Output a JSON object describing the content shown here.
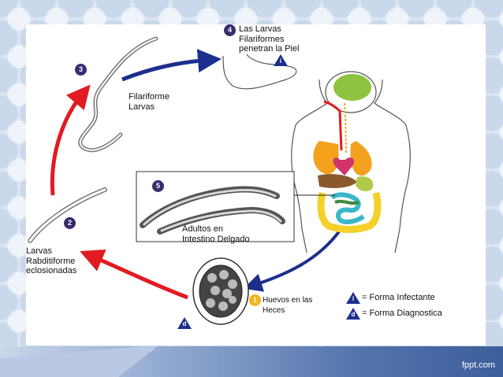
{
  "stages": {
    "s1": {
      "number": "1",
      "label": "Huevos en las\nHeces"
    },
    "s2": {
      "number": "2",
      "label": "Larvas\nRabditiforme\neclosionadas"
    },
    "s3": {
      "number": "3",
      "label": "Filariforme\nLarvas"
    },
    "s4": {
      "number": "4",
      "label": "Las Larvas\nFilariformes\npenetran la Piel"
    },
    "s5": {
      "number": "5",
      "label": "Adultos en\nIntestino Delgado"
    }
  },
  "markers": {
    "infective": "i",
    "diagnostic": "d"
  },
  "legend": {
    "infective": "= Forma Infectante",
    "diagnostic": "= Forma Diagnostica"
  },
  "colors": {
    "red_arrow": "#e11b22",
    "blue_arrow": "#1d2f8c",
    "badge_purple": "#3a2a6e",
    "badge_orange": "#f3b31b",
    "footer_blue": "#3c5e9a"
  },
  "branding": {
    "site": "fppt.com"
  }
}
